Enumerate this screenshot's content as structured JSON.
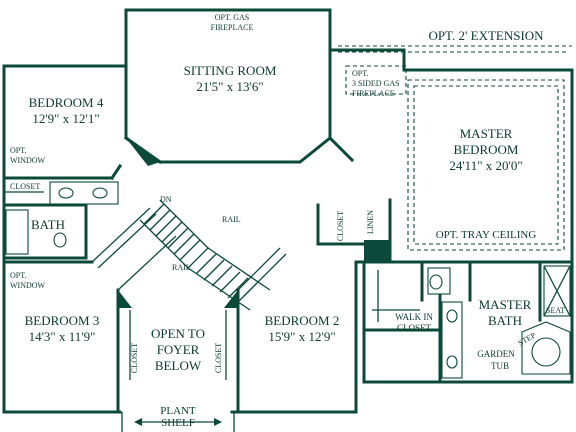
{
  "labels": {
    "opt_gas_fireplace_1": "OPT. GAS",
    "opt_gas_fireplace_2": "FIREPLACE",
    "sitting_room": "SITTING ROOM",
    "sitting_room_dims": "21'5\" x 13'6\"",
    "opt_extension": "OPT. 2' EXTENSION",
    "three_sided_1": "OPT.",
    "three_sided_2": "3 SIDED GAS",
    "three_sided_3": "FIREPLACE",
    "bedroom4": "BEDROOM 4",
    "bedroom4_dims": "12'9\" x 12'1\"",
    "opt_window_top_1": "OPT.",
    "opt_window_top_2": "WINDOW",
    "closet_bed4": "CLOSET",
    "master_bedroom_1": "MASTER",
    "master_bedroom_2": "BEDROOM",
    "master_bedroom_dims": "24'11\" x 20'0\"",
    "opt_tray_ceiling": "OPT. TRAY CEILING",
    "dn": "DN",
    "rail_top": "RAIL",
    "rail_bottom": "RAIL",
    "bath": "BATH",
    "closet_vert_center": "CLOSET",
    "linen": "LINEN",
    "opt_window_bottom_1": "OPT.",
    "opt_window_bottom_2": "WINDOW",
    "bedroom3": "BEDROOM 3",
    "bedroom3_dims": "14'3\" x 11'9\"",
    "closet_bed3": "CLOSET",
    "open_to_1": "OPEN TO",
    "open_to_2": "FOYER",
    "open_to_3": "BELOW",
    "closet_bed2": "CLOSET",
    "bedroom2": "BEDROOM 2",
    "bedroom2_dims": "15'9\" x 12'9\"",
    "walk_in_1": "WALK IN",
    "walk_in_2": "CLOSET",
    "master_bath_1": "MASTER",
    "master_bath_2": "BATH",
    "seat": "SEAT",
    "step": "STEP",
    "garden_tub_1": "GARDEN",
    "garden_tub_2": "TUB",
    "plant_shelf_1": "PLANT",
    "plant_shelf_2": "SHELF"
  },
  "colors": {
    "line": "#0b4a3a",
    "text": "#0b3a2f",
    "background": "#ffffff"
  }
}
